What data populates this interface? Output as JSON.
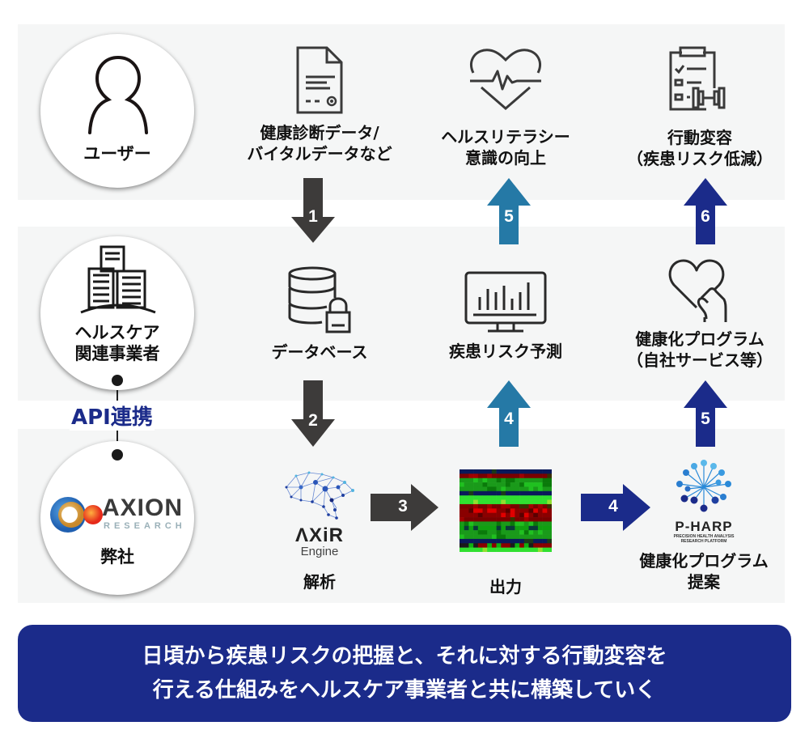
{
  "colors": {
    "panel_bg": "#f5f6f6",
    "dark_arrow": "#3d3b3a",
    "teal_arrow": "#2579a6",
    "navy_arrow": "#1b2b8a",
    "banner_bg": "#1b2b8a",
    "api_text": "#1b2b8a"
  },
  "actors": {
    "user": {
      "label": "ユーザー",
      "icon": "person-icon"
    },
    "healthcare": {
      "label_line1": "ヘルスケア",
      "label_line2": "関連事業者",
      "icon": "buildings-icon"
    },
    "company": {
      "label": "弊社",
      "logo_name": "AXION",
      "logo_sub": "RESEARCH",
      "icon": "axion-research-logo"
    }
  },
  "api_link": {
    "label": "API連携"
  },
  "nodes": {
    "health_data": {
      "line1": "健康診断データ/",
      "line2": "バイタルデータなど",
      "icon": "document-icon"
    },
    "health_literacy": {
      "line1": "ヘルスリテラシー",
      "line2": "意識の向上",
      "icon": "heartbeat-icon"
    },
    "behavior_change": {
      "line1": "行動変容",
      "line2": "（疾患リスク低減）",
      "icon": "checklist-dumbbell-icon"
    },
    "database": {
      "line1": "データベース",
      "icon": "database-lock-icon"
    },
    "risk_prediction": {
      "line1": "疾患リスク予測",
      "icon": "monitor-chart-icon"
    },
    "health_program": {
      "line1": "健康化プログラム",
      "line2": "（自社サービス等）",
      "icon": "heart-hand-icon"
    },
    "analysis": {
      "line1": "解析",
      "engine_name": "ΛXiR",
      "engine_sub": "Engine",
      "icon": "brain-network-icon"
    },
    "output": {
      "line1": "出力",
      "icon": "heatmap-icon"
    },
    "proposal": {
      "line1": "健康化プログラム",
      "line2": "提案",
      "logo_name": "P-HARP",
      "logo_sub1": "PRECISION HEALTH ANALYSIS",
      "logo_sub2": "RESEARCH PLATFORM",
      "icon": "p-harp-logo"
    }
  },
  "arrows": [
    {
      "step": "1",
      "direction": "down",
      "color": "dark"
    },
    {
      "step": "2",
      "direction": "down",
      "color": "dark"
    },
    {
      "step": "3",
      "direction": "right",
      "color": "dark"
    },
    {
      "step": "4",
      "direction": "right",
      "color": "navy"
    },
    {
      "step": "4",
      "direction": "up",
      "color": "teal"
    },
    {
      "step": "5",
      "direction": "up",
      "color": "teal"
    },
    {
      "step": "5",
      "direction": "up",
      "color": "navy"
    },
    {
      "step": "6",
      "direction": "up",
      "color": "navy"
    }
  ],
  "banner": {
    "line1": "日頃から疾患リスクの把握と、それに対する行動変容を",
    "line2": "行える仕組みをヘルスケア事業者と共に構築していく"
  }
}
